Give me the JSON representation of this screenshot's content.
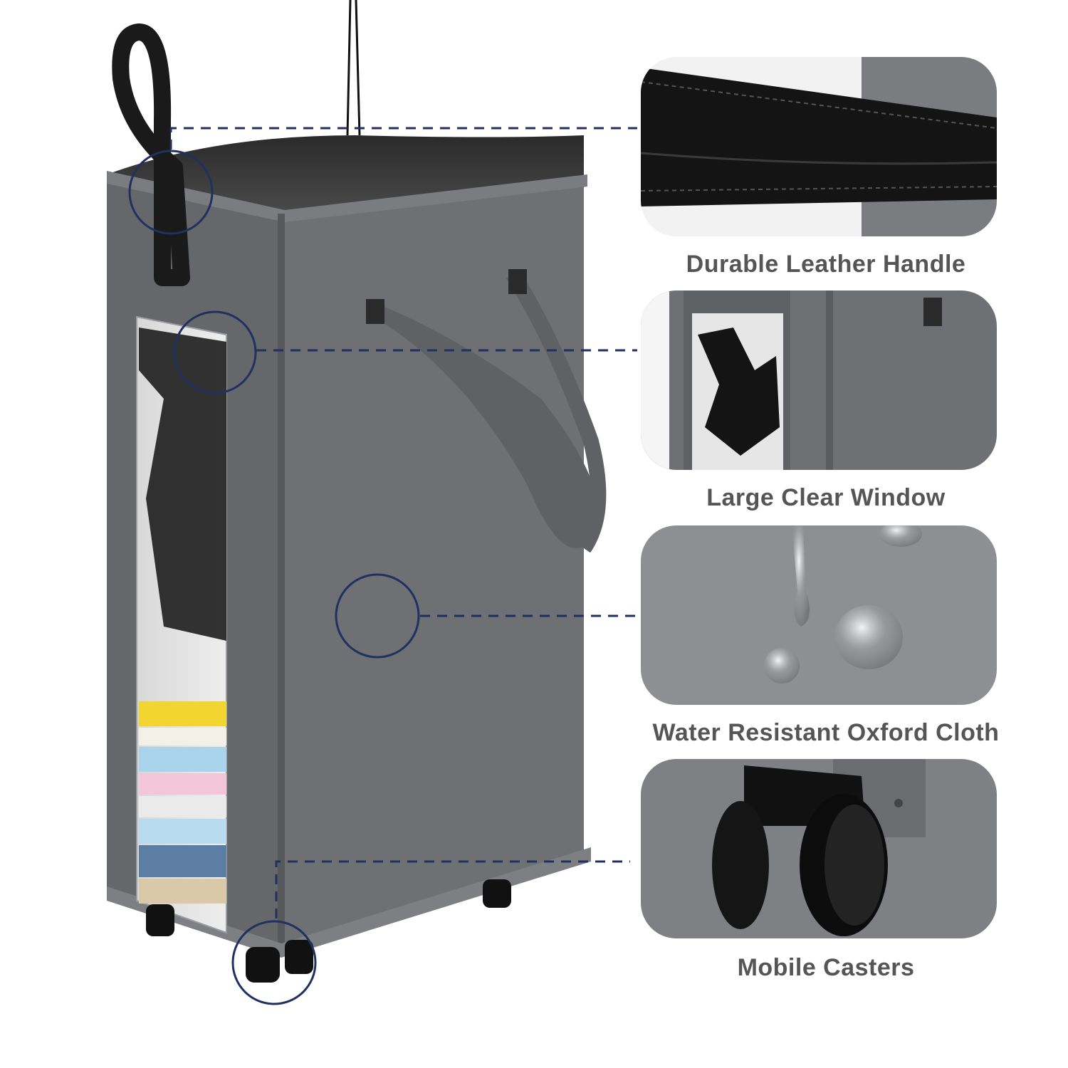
{
  "features": [
    {
      "caption": "Durable Leather Handle"
    },
    {
      "caption": "Large Clear Window"
    },
    {
      "caption": "Water Resistant Oxford Cloth"
    },
    {
      "caption": "Mobile Casters"
    }
  ],
  "colors": {
    "background": "#ffffff",
    "fabric": "#6e7073",
    "fabric_dark": "#5c5e61",
    "callout_line": "#1e3160",
    "caption_text": "#555555",
    "leather": "#1a1a1a"
  }
}
